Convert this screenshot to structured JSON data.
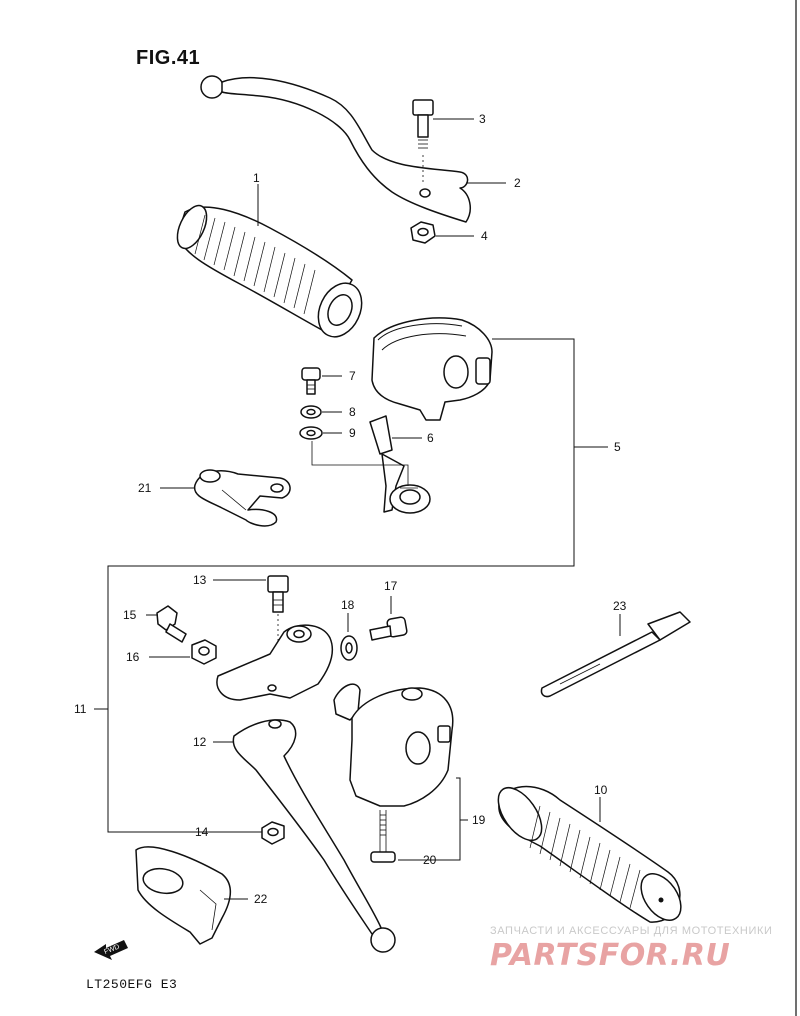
{
  "figure": {
    "title": "FIG.41",
    "model_code": "LT250EFG  E3"
  },
  "callouts": [
    "1",
    "2",
    "3",
    "4",
    "5",
    "6",
    "7",
    "8",
    "9",
    "10",
    "11",
    "12",
    "13",
    "14",
    "15",
    "16",
    "17",
    "18",
    "19",
    "20",
    "21",
    "22",
    "23"
  ],
  "watermark": {
    "caption": "ЗАПЧАСТИ И АКСЕССУАРЫ ДЛЯ МОТОТЕХНИКИ",
    "brand": "PARTSFOR.RU"
  },
  "direction_marker": {
    "label": "FWD",
    "icon": "forward-arrow-icon"
  },
  "colors": {
    "ink": "#111111",
    "background": "#ffffff",
    "watermark_brand": "#e8a3a3",
    "watermark_caption": "#c9c9c9"
  }
}
